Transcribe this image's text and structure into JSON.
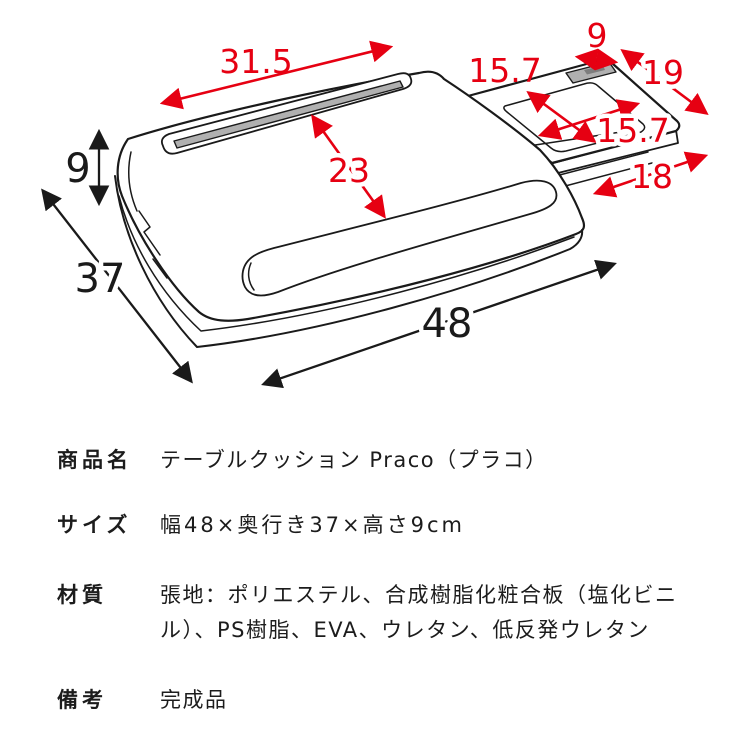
{
  "diagram": {
    "type": "product-dimension-diagram",
    "unit": "cm",
    "dimensions": {
      "pen_tray_width": "31.5",
      "height": "9",
      "depth": "37",
      "width": "48",
      "surface_depth": "23",
      "side_table_width": "15.7",
      "side_table_depth": "15.7",
      "phone_slot_width": "9",
      "side_table_diagonal": "19",
      "side_table_extension": "18"
    },
    "colors": {
      "dimension_accent": "#e60012",
      "line": "#1a1a1a",
      "groove_fill": "#b0b0b0",
      "groove_dark_fill": "#7d7d7d"
    }
  },
  "spec_table": {
    "rows": [
      {
        "label": "商品名",
        "value": "テーブルクッション Praco（プラコ）"
      },
      {
        "label": "サイズ",
        "value": "幅48×奥行き37×高さ9cm"
      },
      {
        "label": "材質",
        "value": "張地：ポリエステル、合成樹脂化粧合板（塩化ビニル）、PS樹脂、EVA、ウレタン、低反発ウレタン"
      },
      {
        "label": "備考",
        "value": "完成品"
      }
    ]
  }
}
